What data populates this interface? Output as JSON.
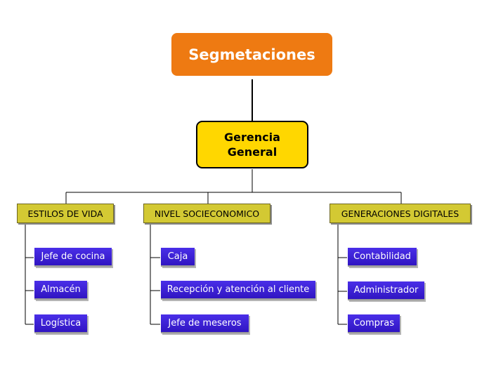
{
  "diagram": {
    "title": "Segmetaciones",
    "main_node": "Gerencia\nGeneral",
    "categories": [
      {
        "label": "ESTILOS DE VIDA",
        "items": [
          "Jefe de cocina",
          "Almacén",
          "Logística"
        ]
      },
      {
        "label": "NIVEL SOCIECONOMICO",
        "items": [
          "Caja",
          "Recepción y atención al cliente",
          "Jefe de meseros"
        ]
      },
      {
        "label": "GENERACIONES DIGITALES",
        "items": [
          "Contabilidad",
          "Administrador",
          "Compras"
        ]
      }
    ],
    "colors": {
      "title_bg": "#ee7a12",
      "main_bg": "#ffd700",
      "category_bg": "#d3c933",
      "leaf_bg": "#3a20d6"
    }
  }
}
